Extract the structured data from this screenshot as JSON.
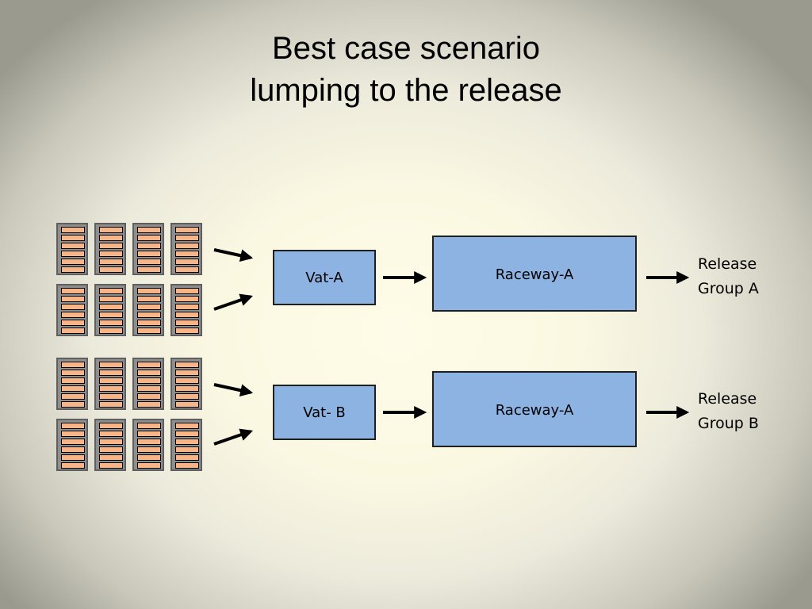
{
  "title": {
    "line1": "Best case scenario",
    "line2": "lumping to the release"
  },
  "colors": {
    "box_fill": "#8db3e2",
    "box_border": "#1f1f1f",
    "rack_fill": "#8e8e8e",
    "rack_slot": "#f7b487"
  },
  "groups": [
    {
      "vat_label": "Vat-A",
      "raceway_label": "Raceway-A",
      "release_line1": "Release",
      "release_line2": "Group A"
    },
    {
      "vat_label": "Vat- B",
      "raceway_label": "Raceway-A",
      "release_line1": "Release",
      "release_line2": "Group B"
    }
  ]
}
